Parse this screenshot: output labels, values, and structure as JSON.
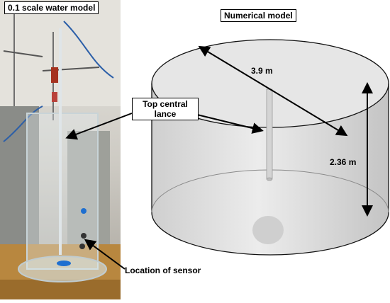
{
  "photo": {
    "title": "0.1 scale water model"
  },
  "model": {
    "title": "Numerical model",
    "diameter_label": "3.9 m",
    "height_label": "2.36 m"
  },
  "callouts": {
    "lance": "Top central lance",
    "sensor": "Location of sensor"
  },
  "colors": {
    "cylinder_fill": "#dcdcdc",
    "cylinder_edge": "#111111",
    "arrow": "#000000",
    "wall_tile": "#c9c6bf",
    "table_wood": "#b8873f",
    "glass_tint": "#e8f1f4",
    "tracer_dot": "#1e6fd0"
  }
}
